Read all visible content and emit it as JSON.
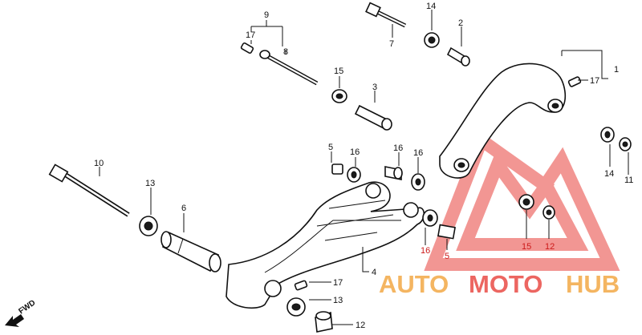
{
  "diagram": {
    "callouts": [
      {
        "id": "c1",
        "text": "1"
      },
      {
        "id": "c2",
        "text": "2"
      },
      {
        "id": "c3",
        "text": "3"
      },
      {
        "id": "c4",
        "text": "4"
      },
      {
        "id": "c5",
        "text": "5"
      },
      {
        "id": "c5b",
        "text": "5"
      },
      {
        "id": "c6",
        "text": "6"
      },
      {
        "id": "c7",
        "text": "7"
      },
      {
        "id": "c8",
        "text": "8"
      },
      {
        "id": "c9",
        "text": "9"
      },
      {
        "id": "c10",
        "text": "10"
      },
      {
        "id": "c11",
        "text": "11"
      },
      {
        "id": "c12a",
        "text": "12"
      },
      {
        "id": "c12b",
        "text": "12"
      },
      {
        "id": "c13a",
        "text": "13"
      },
      {
        "id": "c13b",
        "text": "13"
      },
      {
        "id": "c14a",
        "text": "14"
      },
      {
        "id": "c14b",
        "text": "14"
      },
      {
        "id": "c15a",
        "text": "15"
      },
      {
        "id": "c15b",
        "text": "15"
      },
      {
        "id": "c16a",
        "text": "16"
      },
      {
        "id": "c16b",
        "text": "16"
      },
      {
        "id": "c16c",
        "text": "16"
      },
      {
        "id": "c16d",
        "text": "16"
      },
      {
        "id": "c17a",
        "text": "17"
      },
      {
        "id": "c17b",
        "text": "17"
      },
      {
        "id": "c17c",
        "text": "17"
      }
    ],
    "fwd_label": "FWD",
    "watermark": {
      "part1": "AUTO",
      "part2": "MOTO",
      "part3": "HUB",
      "color_red": "#e8403a",
      "color_orange": "#f2a33a"
    }
  }
}
